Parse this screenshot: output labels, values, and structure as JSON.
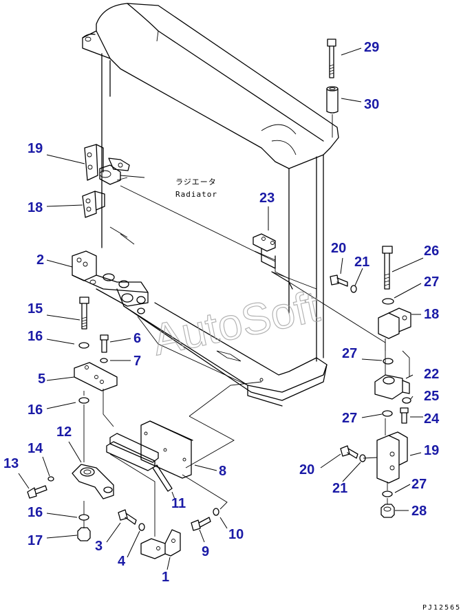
{
  "diagram": {
    "label_jp": "ラジエータ",
    "label_en": "Radiator",
    "watermark": "AutoSoft",
    "drawing_code": "PJ12565",
    "callouts": [
      "1",
      "2",
      "3",
      "4",
      "5",
      "6",
      "7",
      "8",
      "9",
      "10",
      "11",
      "12",
      "13",
      "14",
      "15",
      "16",
      "17",
      "18",
      "19",
      "20",
      "21",
      "22",
      "23",
      "24",
      "25",
      "26",
      "27",
      "28",
      "29",
      "30"
    ],
    "callout_color": "#1a1aa6"
  }
}
